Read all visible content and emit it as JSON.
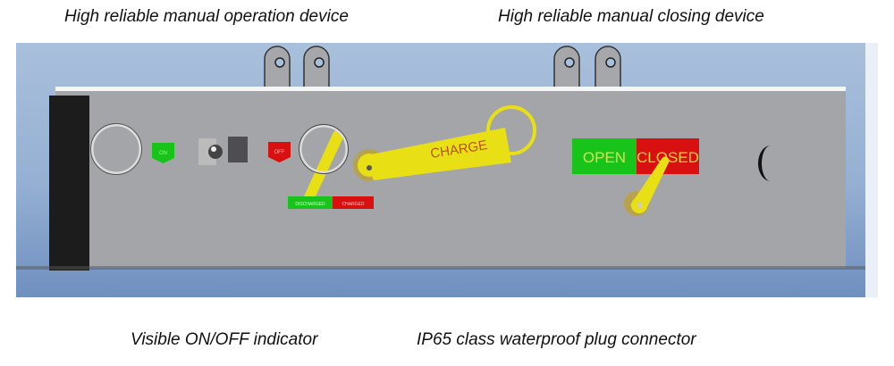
{
  "captions": {
    "top_left": "High reliable manual operation device",
    "top_right": "High reliable manual closing device",
    "bottom_left": "Visible ON/OFF indicator",
    "bottom_right": "IP65 class waterproof plug connector"
  },
  "device": {
    "on_tag": "ON",
    "off_tag": "OFF",
    "charge_lever_label": "CHARGE",
    "spring_state": {
      "discharged": "DISCHARGED",
      "charged": "CHARGED"
    },
    "breaker_state": {
      "open": "OPEN",
      "closed": "CLOSED"
    },
    "colors": {
      "green": "#19c41a",
      "red": "#d81010",
      "yellow": "#e8e015",
      "housing": "#a4a5a8"
    }
  }
}
